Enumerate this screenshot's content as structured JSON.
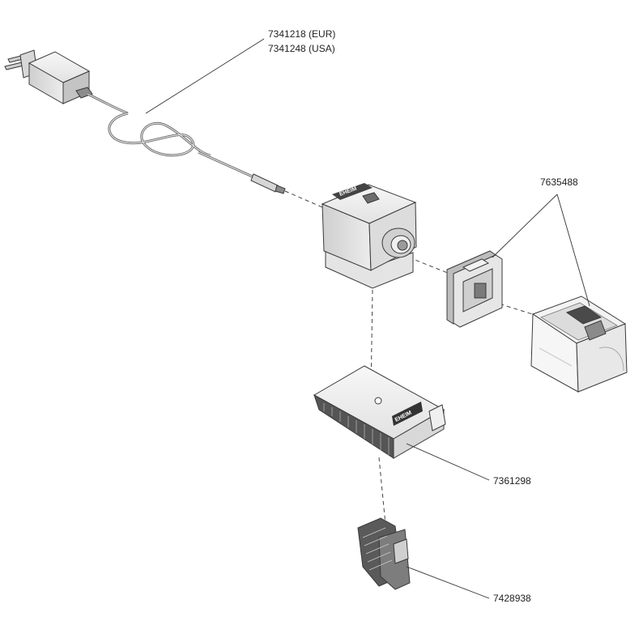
{
  "labels": {
    "adapter_eur": "7341218 (EUR)",
    "adapter_usa": "7341248 (USA)",
    "filter_holder": "7635488",
    "base_plate": "7361298",
    "clip": "7428938"
  },
  "brand": {
    "text": "EHEIM"
  },
  "colors": {
    "line": "#333333",
    "part_light": "#f2f2f2",
    "part_mid": "#d9d9d9",
    "part_dark": "#9a9a9a"
  }
}
